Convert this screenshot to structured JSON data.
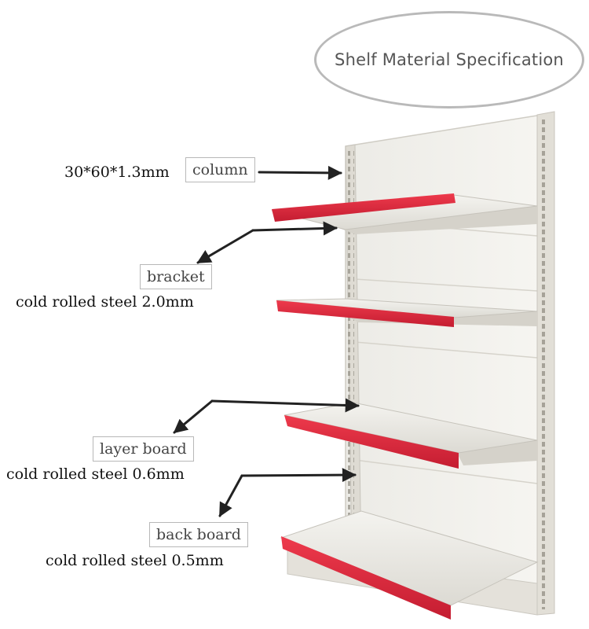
{
  "title": "Shelf Material Specification",
  "labels": {
    "column": {
      "name": "column",
      "spec": "30*60*1.3mm"
    },
    "bracket": {
      "name": "bracket",
      "spec": "cold rolled steel 2.0mm"
    },
    "layer_board": {
      "name": "layer board",
      "spec": "cold rolled steel 0.6mm"
    },
    "back_board": {
      "name": "back board",
      "spec": "cold rolled steel 0.5mm"
    }
  },
  "colors": {
    "shelf_edge": "#d8283c",
    "panel": "#f1efe9",
    "frame": "#d9d6cf",
    "arrow": "#222222",
    "oval_border": "#b9b9b9"
  }
}
